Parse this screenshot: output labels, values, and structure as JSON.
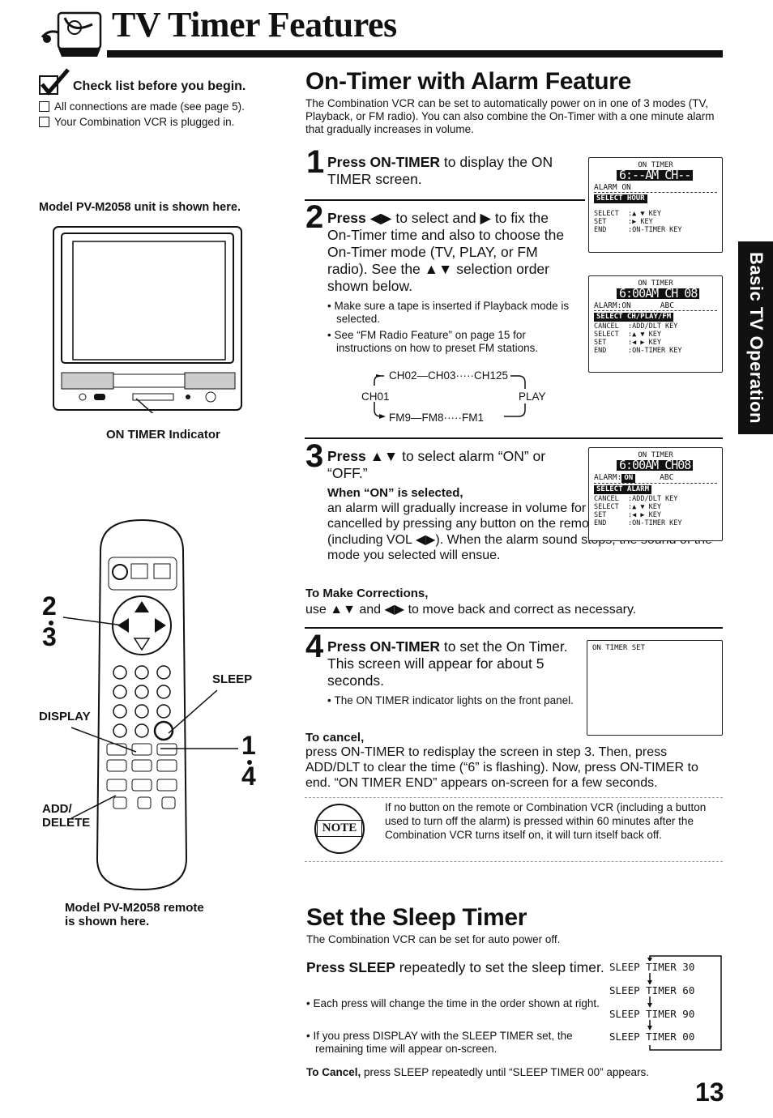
{
  "header": {
    "title": "TV Timer Features"
  },
  "side_tab": {
    "label": "Basic TV Operation"
  },
  "checklist": {
    "title": "Check list before you begin.",
    "items": [
      "All connections are made (see page 5).",
      "Your Combination VCR is plugged in."
    ]
  },
  "left_captions": {
    "unit_model": "Model PV-M2058 unit is shown here.",
    "on_timer_indicator": "ON TIMER Indicator",
    "remote_model_1": "Model PV-M2058 remote",
    "remote_model_2": "is shown here."
  },
  "remote_labels": {
    "step23a": "2",
    "step23b": "3",
    "step14a": "1",
    "step14b": "4",
    "sleep": "SLEEP",
    "display": "DISPLAY",
    "add": "ADD/",
    "delete": "DELETE"
  },
  "on_timer": {
    "title": "On-Timer with Alarm Feature",
    "intro": "The Combination VCR can be set to automatically power on in one of 3 modes (TV, Playback, or FM radio). You can also combine the On-Timer with a one minute alarm that gradually increases in volume.",
    "step1": {
      "num": "1",
      "bold": "Press ON-TIMER",
      "text": " to display the ON TIMER screen."
    },
    "step2": {
      "num": "2",
      "text_a": "Press",
      "text_b": "to select and",
      "text_c": "to fix the On-Timer time and also to choose the On-Timer mode (TV, PLAY, or FM radio). See the",
      "text_d": "selection order shown below.",
      "bullets": [
        "Make sure a tape is inserted if Playback mode is selected.",
        "See “FM Radio Feature” on page 15 for instructions on how to preset FM stations."
      ],
      "order_top": "CH02—CH03·····CH125",
      "order_left": "CH01",
      "order_right": "PLAY",
      "order_bottom": "FM9—FM8·····FM1"
    },
    "step3": {
      "num": "3",
      "text_a": "Press",
      "text_b": "to select alarm “ON” or “OFF.”",
      "when_on": "When “ON” is selected,",
      "body_a": "an alarm will gradually increase in volume for one minute or until cancelled by pressing any button on the remote or Combination VCR (including VOL",
      "body_b": "). When the alarm sound stops, the sound of the mode you selected will ensue."
    },
    "corrections": {
      "title": "To Make Corrections,",
      "text_a": "use",
      "text_b": "and",
      "text_c": "to move back and correct as necessary."
    },
    "step4": {
      "num": "4",
      "bold": "Press ON-TIMER",
      "text": " to set the On Timer. This screen will appear for about 5 seconds.",
      "bullet": "The ON TIMER indicator lights on the front panel."
    },
    "cancel": {
      "title": "To cancel,",
      "text": "press ON-TIMER to redisplay the screen in step 3. Then, press ADD/DLT to clear the time (“6” is flashing). Now, press ON-TIMER to end. “ON TIMER END” appears on-screen for a few seconds."
    },
    "note": {
      "badge": "NOTE",
      "text": "If no button on the remote or Combination VCR (including a button used to turn off the alarm) is pressed within 60 minutes after the Combination VCR turns itself on, it will turn itself back off."
    }
  },
  "osd1": {
    "title": "ON TIMER",
    "big": "6:--AM CH--",
    "alarm": "ALARM ON",
    "bar": "SELECT HOUR",
    "keys": [
      [
        "SELECT",
        ":▲ ▼  KEY"
      ],
      [
        "SET",
        ":▶  KEY"
      ],
      [
        "END",
        ":ON-TIMER KEY"
      ]
    ]
  },
  "osd2": {
    "title": "ON TIMER",
    "big": "6:00AM CH 08",
    "alarm": "ALARM:ON",
    "abc": "ABC",
    "bar": "SELECT CH/PLAY/FM",
    "keys": [
      [
        "CANCEL",
        ":ADD/DLT  KEY"
      ],
      [
        "SELECT",
        ":▲ ▼  KEY"
      ],
      [
        "SET",
        ":◀ ▶  KEY"
      ],
      [
        "END",
        ":ON-TIMER KEY"
      ]
    ]
  },
  "osd3": {
    "title": "ON TIMER",
    "big": "6:00AM CH08",
    "alarm_label": "ALARM:",
    "alarm_value": "ON",
    "abc": "ABC",
    "bar": "SELECT ALARM",
    "keys": [
      [
        "CANCEL",
        ":ADD/DLT  KEY"
      ],
      [
        "SELECT",
        ":▲ ▼  KEY"
      ],
      [
        "SET",
        ":◀ ▶  KEY"
      ],
      [
        "END",
        ":ON-TIMER KEY"
      ]
    ]
  },
  "osd4": {
    "title": "ON TIMER SET"
  },
  "sleep": {
    "title": "Set the Sleep Timer",
    "intro": "The Combination VCR can be set for auto power off.",
    "bold": "Press SLEEP",
    "text": " repeatedly to set the sleep timer.",
    "bullets": [
      "Each press will change the time in the order shown at right.",
      "If you press DISPLAY with the SLEEP TIMER set, the remaining time will appear on-screen."
    ],
    "sequence": [
      "SLEEP TIMER 30",
      "SLEEP TIMER 60",
      "SLEEP TIMER 90",
      "SLEEP TIMER 00"
    ],
    "cancel_bold": "To Cancel,",
    "cancel_text": " press SLEEP repeatedly until “SLEEP TIMER 00” appears."
  },
  "page_number": "13"
}
